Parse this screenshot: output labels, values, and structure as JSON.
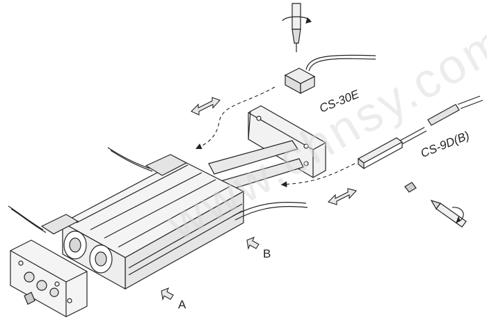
{
  "labels": {
    "sensor_top": "CS-30E",
    "sensor_side": "CS-9D(B)",
    "direction_a": "A",
    "direction_b": "B"
  },
  "watermark": "www.chnsy.com",
  "colors": {
    "line": "#222222",
    "body_fill": "#f2f2f2",
    "shade": "#d8d8d8",
    "arrow_fill": "#e8e8e8"
  }
}
